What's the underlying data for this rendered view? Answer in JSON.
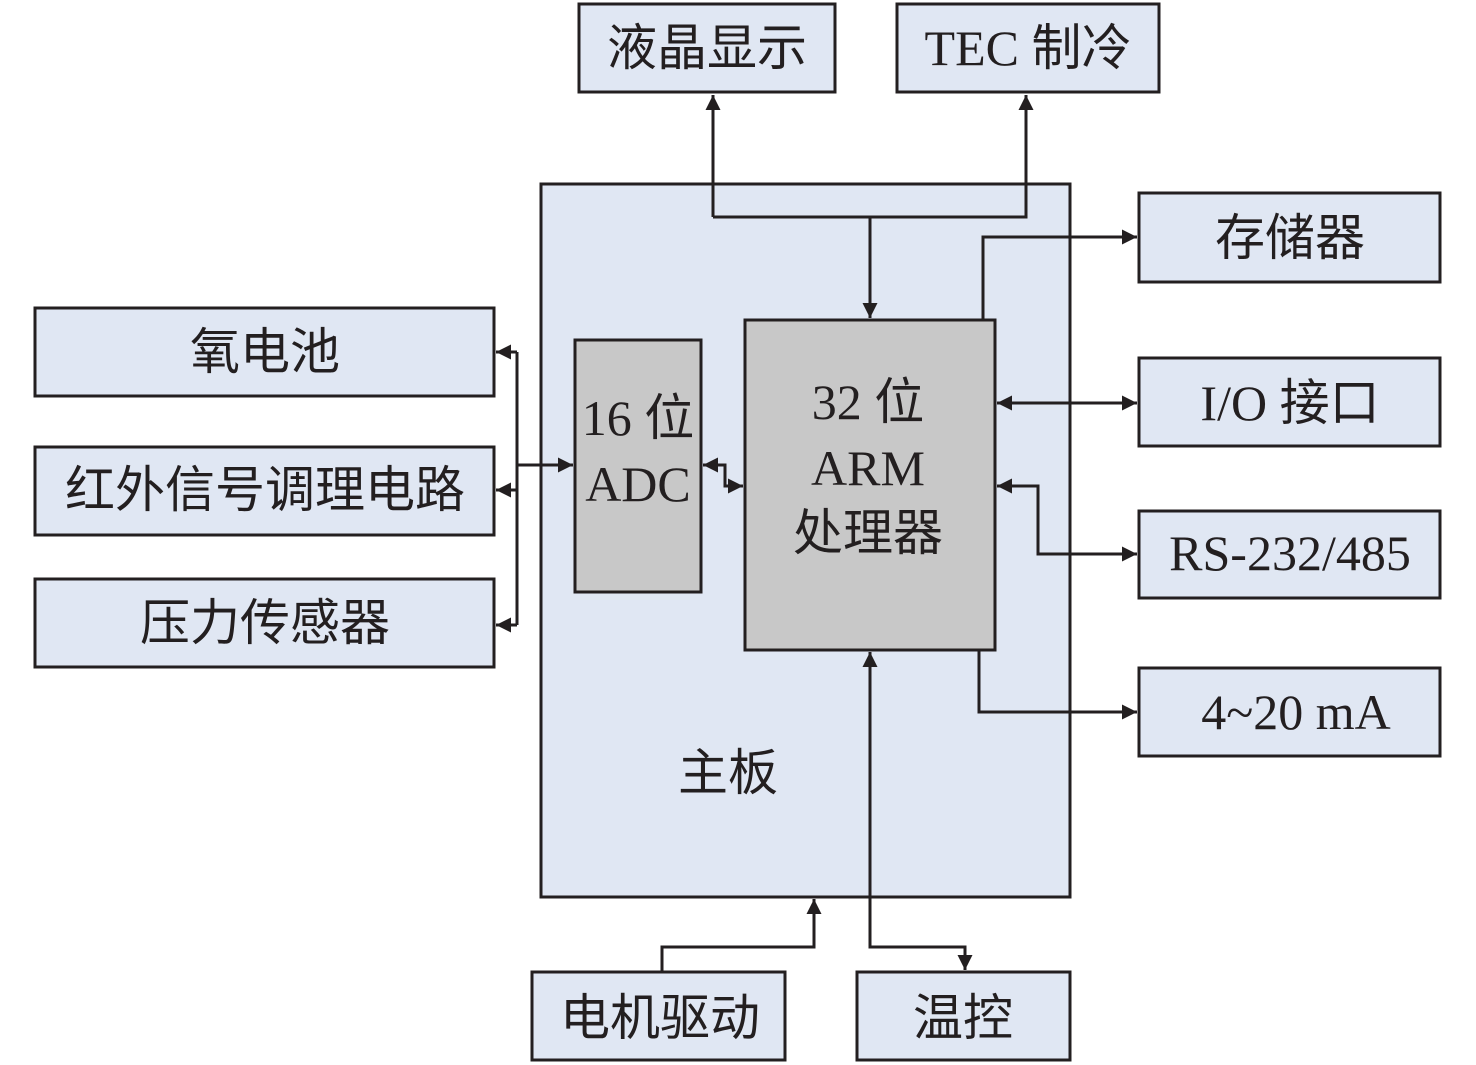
{
  "colors": {
    "box_fill": "#e0e7f3",
    "chip_fill": "#c8c8c8",
    "line": "#231f20"
  },
  "blocks": {
    "lcd": "液晶显示",
    "tec": "TEC 制冷",
    "storage": "存储器",
    "io": "I/O 接口",
    "serial": "RS-232/485",
    "current_loop": "4~20 mA",
    "oxygen_cell": "氧电池",
    "ir_circuit": "红外信号调理电路",
    "pressure_sensor": "压力传感器",
    "adc_line1": "16 位",
    "adc_line2": "ADC",
    "arm_line1": "32 位",
    "arm_line2": "ARM",
    "arm_line3": "处理器",
    "mainboard": "主板",
    "motor_drive": "电机驱动",
    "temp_control": "温控"
  }
}
